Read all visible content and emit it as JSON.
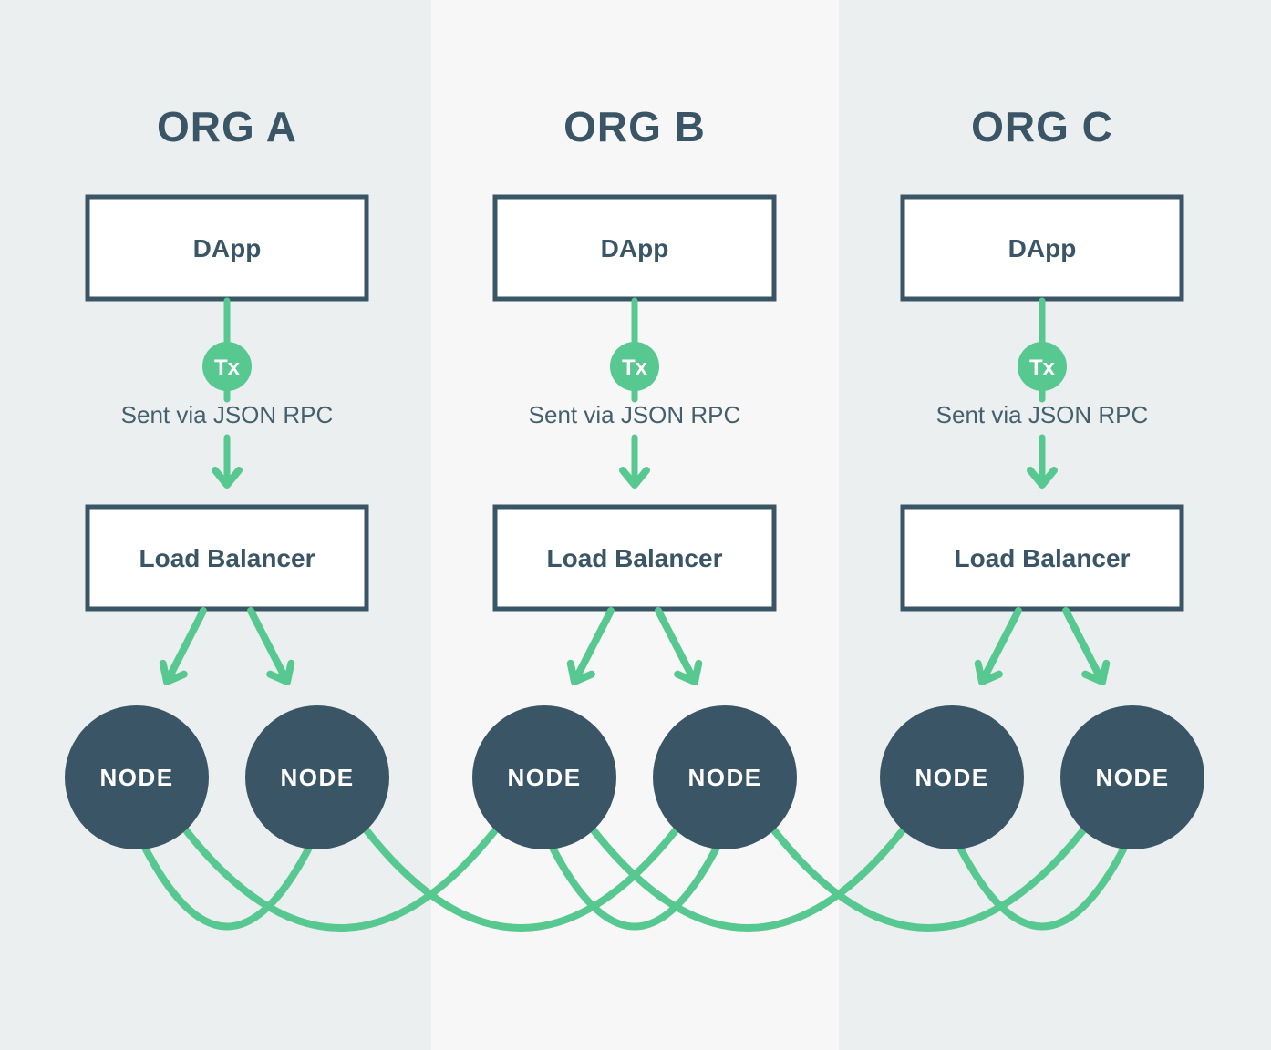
{
  "columns": [
    {
      "title": "ORG A",
      "dapp_label": "DApp",
      "tx_badge": "Tx",
      "rpc_caption": "Sent via JSON RPC",
      "load_balancer_label": "Load Balancer",
      "nodes": [
        "NODE",
        "NODE"
      ]
    },
    {
      "title": "ORG B",
      "dapp_label": "DApp",
      "tx_badge": "Tx",
      "rpc_caption": "Sent via JSON RPC",
      "load_balancer_label": "Load Balancer",
      "nodes": [
        "NODE",
        "NODE"
      ]
    },
    {
      "title": "ORG C",
      "dapp_label": "DApp",
      "tx_badge": "Tx",
      "rpc_caption": "Sent via JSON RPC",
      "load_balancer_label": "Load Balancer",
      "nodes": [
        "NODE",
        "NODE"
      ]
    }
  ],
  "mesh_connections": [
    "orgA-node1 <-> orgA-node2",
    "orgA-node1 <-> orgB-node1",
    "orgA-node2 <-> orgB-node2",
    "orgB-node1 <-> orgB-node2",
    "orgB-node1 <-> orgC-node1",
    "orgB-node2 <-> orgC-node2",
    "orgC-node1 <-> orgC-node2"
  ],
  "colors": {
    "accent_green": "#57c890",
    "dark_slate": "#3a5666",
    "caption_slate": "#44606e",
    "band_outer": "#ecefef",
    "band_inner": "#f7f7f7",
    "box_fill": "#ffffff",
    "node_text": "#ffffff"
  }
}
